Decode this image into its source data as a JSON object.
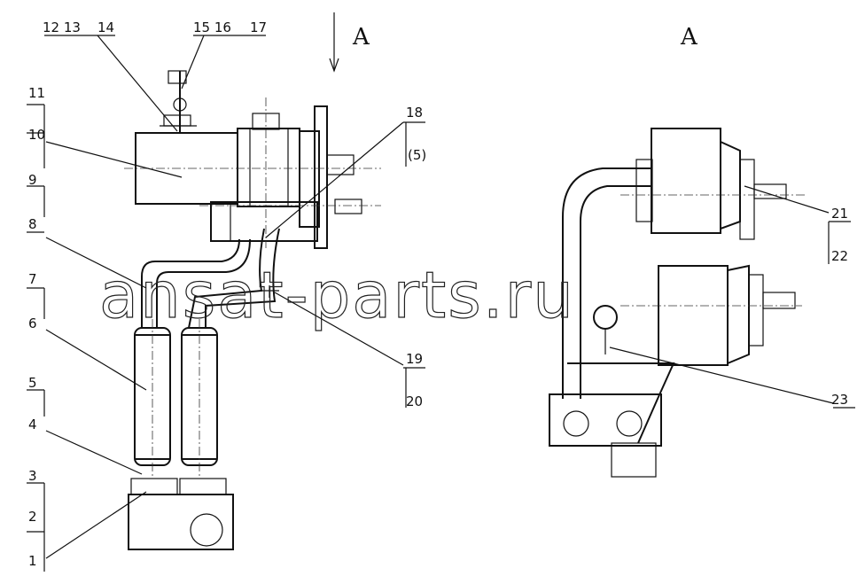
{
  "view_labels": {
    "arrow_a": "A",
    "view_a": "A"
  },
  "watermark": "ansat-parts.ru",
  "callouts": {
    "c1": "1",
    "c2": "2",
    "c3": "3",
    "c4": "4",
    "c5": "5",
    "c6": "6",
    "c7": "7",
    "c8": "8",
    "c9": "9",
    "c10": "10",
    "c11": "11",
    "c12_13": "12 13",
    "c14": "14",
    "c15_16": "15 16",
    "c17": "17",
    "c18": "18",
    "c5p": "(5)",
    "c19": "19",
    "c20": "20",
    "c21": "21",
    "c22": "22",
    "c23": "23"
  }
}
